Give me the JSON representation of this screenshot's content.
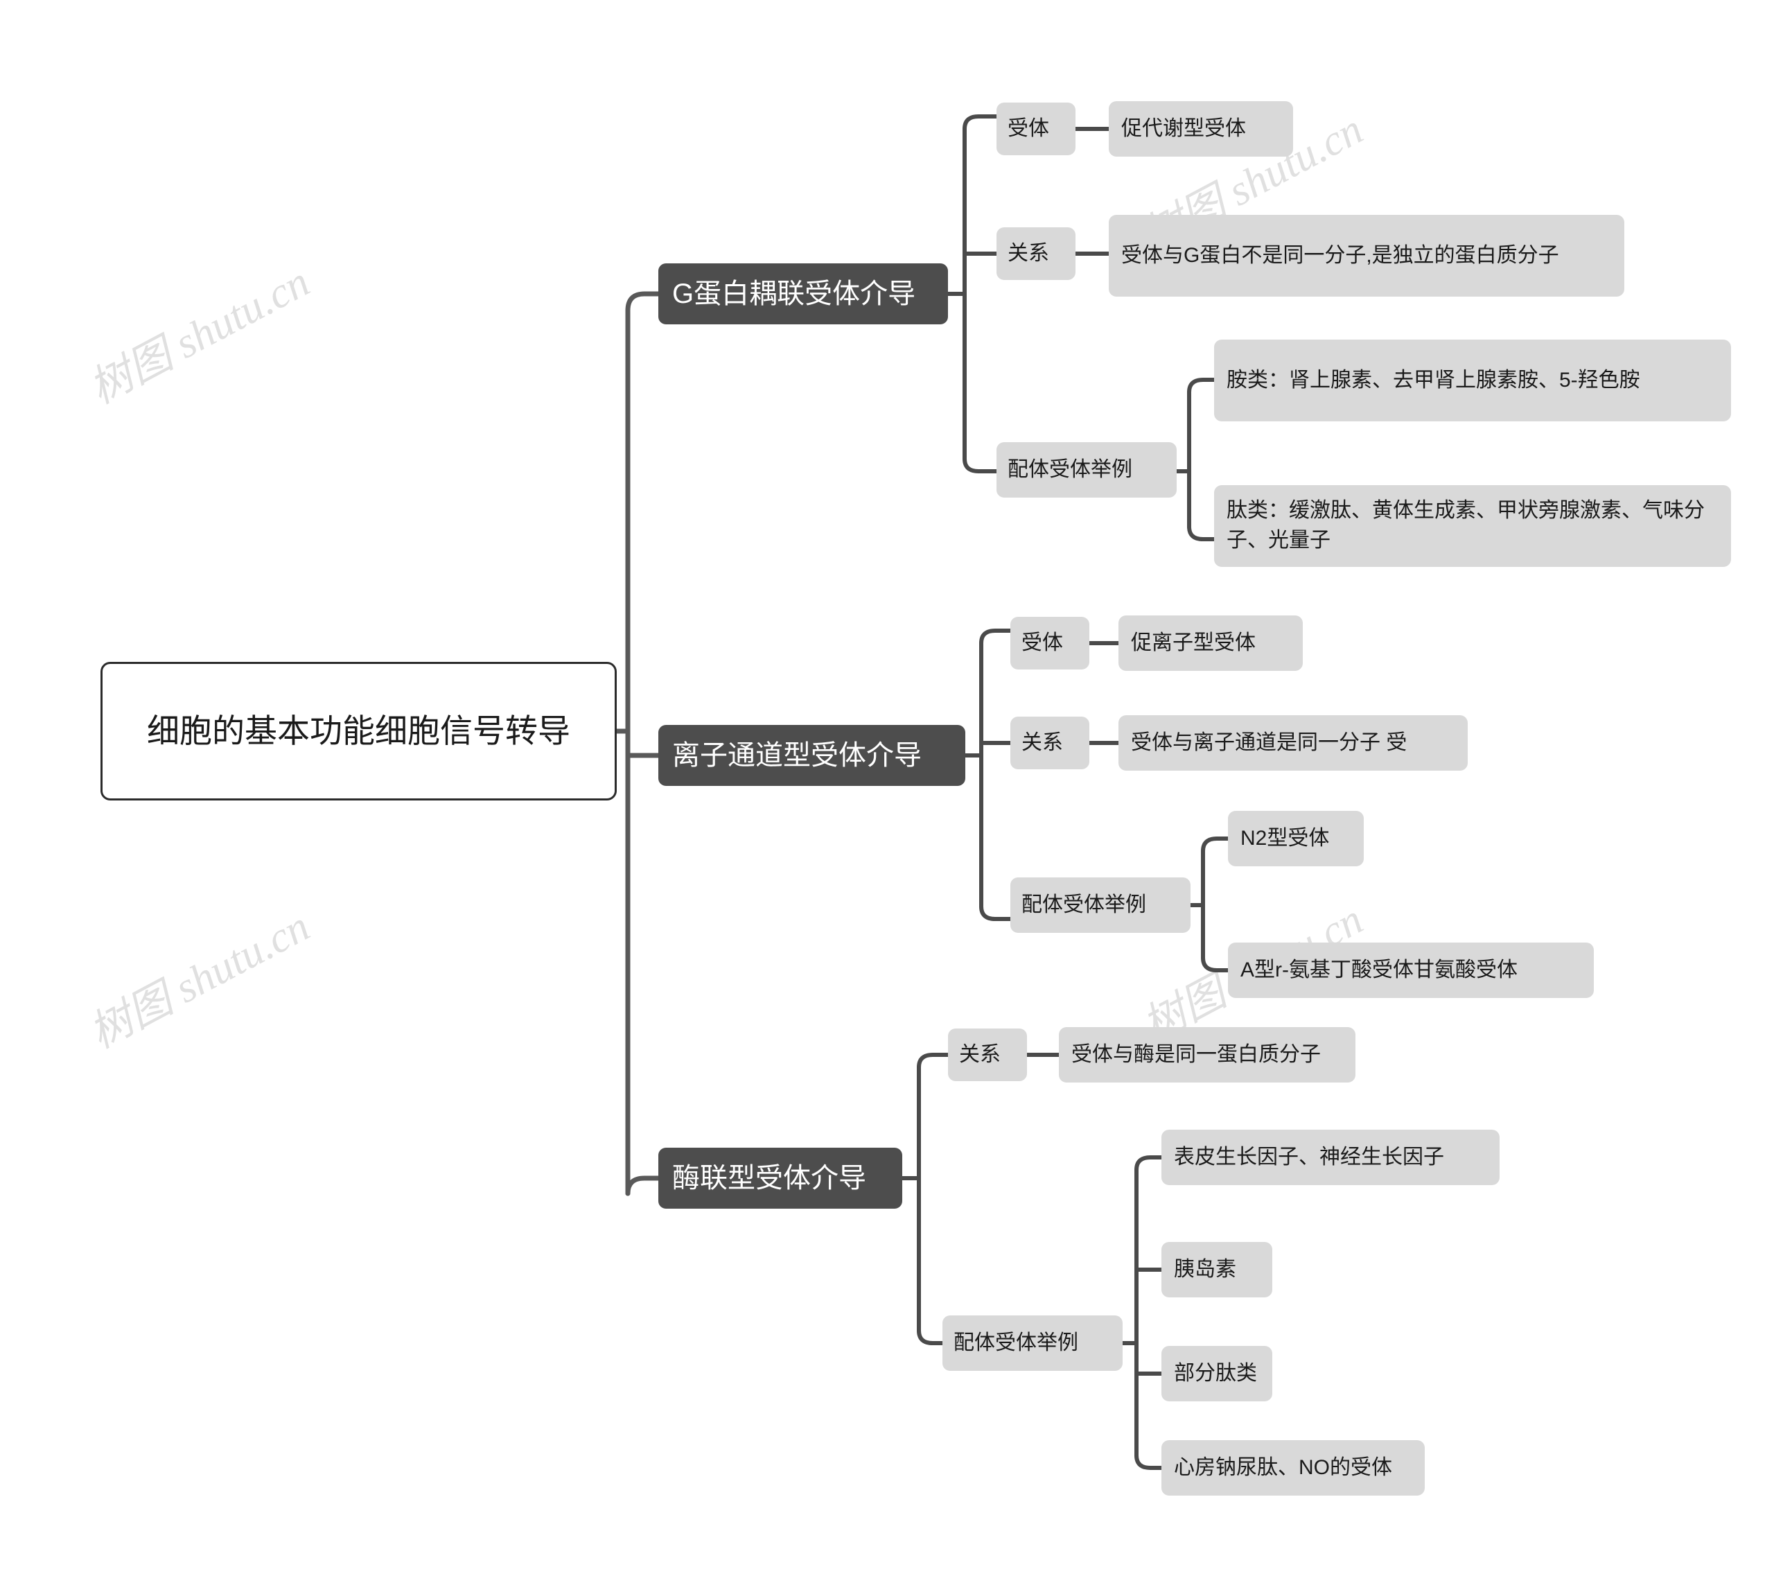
{
  "watermark": {
    "text": "树图 shutu.cn",
    "color": "#e0e0e0"
  },
  "theme": {
    "background": "#ffffff",
    "root_border": "#2b2b2b",
    "root_fill": "#ffffff",
    "branch_fill": "#4d4d4d",
    "branch_text": "#ffffff",
    "node_fill": "#d9d9d9",
    "node_text": "#1a1a1a",
    "link_color": "#595959"
  },
  "mindmap": {
    "root": {
      "label": "细胞的基本功能细胞信号转导"
    },
    "branches": [
      {
        "label": "G蛋白耦联受体介导",
        "children": [
          {
            "label": "受体",
            "children": [
              {
                "label": "促代谢型受体"
              }
            ]
          },
          {
            "label": "关系",
            "children": [
              {
                "label": "受体与G蛋白不是同一分子,是独立的蛋白质分子"
              }
            ]
          },
          {
            "label": "配体受体举例",
            "children": [
              {
                "label": "胺类：肾上腺素、去甲肾上腺素胺、5-羟色胺"
              },
              {
                "label": "肽类：缓激肽、黄体生成素、甲状旁腺激素、气味分子、光量子"
              }
            ]
          }
        ]
      },
      {
        "label": "离子通道型受体介导",
        "children": [
          {
            "label": "受体",
            "children": [
              {
                "label": "促离子型受体"
              }
            ]
          },
          {
            "label": "关系",
            "children": [
              {
                "label": "受体与离子通道是同一分子  受"
              }
            ]
          },
          {
            "label": "配体受体举例",
            "children": [
              {
                "label": "N2型受体"
              },
              {
                "label": "A型r-氨基丁酸受体甘氨酸受体"
              }
            ]
          }
        ]
      },
      {
        "label": "酶联型受体介导",
        "children": [
          {
            "label": "关系",
            "children": [
              {
                "label": "受体与酶是同一蛋白质分子"
              }
            ]
          },
          {
            "label": "配体受体举例",
            "children": [
              {
                "label": "表皮生长因子、神经生长因子"
              },
              {
                "label": "胰岛素"
              },
              {
                "label": "部分肽类"
              },
              {
                "label": "心房钠尿肽、NO的受体"
              }
            ]
          }
        ]
      }
    ]
  }
}
